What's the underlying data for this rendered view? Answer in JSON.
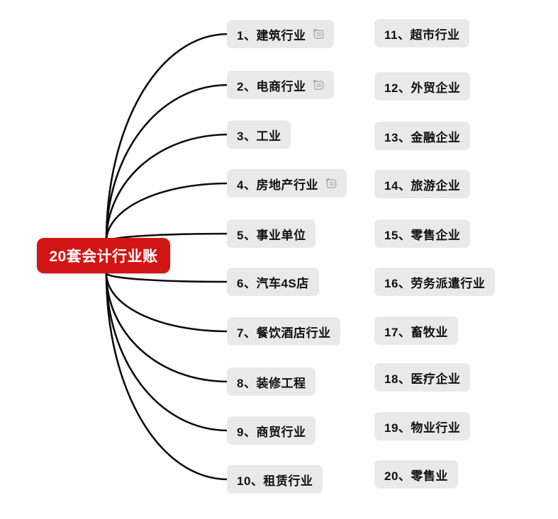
{
  "diagram": {
    "type": "mind-map",
    "root": {
      "label": "20套会计行业账",
      "bg_color": "#d11515",
      "text_color": "#ffffff"
    },
    "style": {
      "branch_line_color": "#0d0d0d",
      "topic_bg_color": "#e9e9e9",
      "topic_text_color": "#111111",
      "note_icon_color": "#9a9a9a"
    },
    "left_items": [
      {
        "label": "1、建筑行业",
        "has_note": true
      },
      {
        "label": "2、电商行业",
        "has_note": true
      },
      {
        "label": "3、工业",
        "has_note": false
      },
      {
        "label": "4、房地产行业",
        "has_note": true
      },
      {
        "label": "5、事业单位",
        "has_note": false
      },
      {
        "label": "6、汽车4S店",
        "has_note": false
      },
      {
        "label": "7、餐饮酒店行业",
        "has_note": false
      },
      {
        "label": "8、装修工程",
        "has_note": false
      },
      {
        "label": "9、商贸行业",
        "has_note": false
      },
      {
        "label": "10、租赁行业",
        "has_note": false
      }
    ],
    "right_items": [
      {
        "label": "11、超市行业"
      },
      {
        "label": "12、外贸企业"
      },
      {
        "label": "13、金融企业"
      },
      {
        "label": "14、旅游企业"
      },
      {
        "label": "15、零售企业"
      },
      {
        "label": "16、劳务派遣行业"
      },
      {
        "label": "17、畜牧业"
      },
      {
        "label": "18、医疗企业"
      },
      {
        "label": "19、物业行业"
      },
      {
        "label": "20、零售业"
      }
    ]
  }
}
